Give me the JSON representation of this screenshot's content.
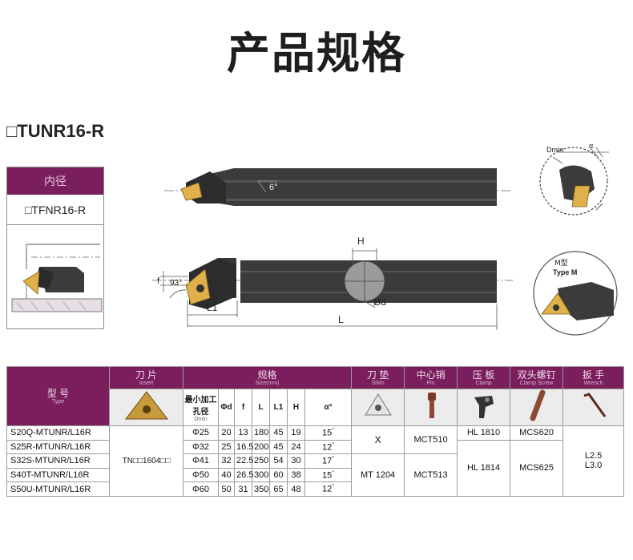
{
  "page": {
    "title": "产品规格"
  },
  "model": {
    "heading": "□TUNR16-R"
  },
  "type_card": {
    "header": "内径",
    "code": "□TFNR16-R"
  },
  "diagram": {
    "angle_top": "6°",
    "label_h": "H",
    "label_f": "f",
    "label_angle": "93°",
    "label_l1": "L1",
    "label_l": "L",
    "label_d": "Ød",
    "dmin_label": "Dmin",
    "alpha_label": "α",
    "type_m_cn": "M型",
    "type_m_en": "Type M",
    "colors": {
      "insert": "#e0b04a",
      "bar": "#3b3b3d",
      "brand": "#7a1e5e"
    }
  },
  "table": {
    "headers": {
      "model": {
        "cn": "型  号",
        "en": "Type"
      },
      "insert": {
        "cn": "刀  片",
        "en": "Insert"
      },
      "size": {
        "cn": "规格",
        "en": "Size(mm)"
      },
      "shim": {
        "cn": "刀  垫",
        "en": "Shim"
      },
      "pin": {
        "cn": "中心销",
        "en": "Pin"
      },
      "clamp": {
        "cn": "压  板",
        "en": "Clamp"
      },
      "clamp_screw": {
        "cn": "双头螺钉",
        "en": "Clamp Screw"
      },
      "wrench": {
        "cn": "扳  手",
        "en": "Wrench"
      },
      "dmin": {
        "cn": "最小加工孔径",
        "en": "Dmin"
      },
      "d": "Φd",
      "f": "f",
      "l": "L",
      "l1": "L1",
      "h": "H",
      "alpha": "α°"
    },
    "insert_code": "TN□□1604□□",
    "rows": [
      {
        "model": "S20Q-MTUNR/L16R",
        "dmin": "Φ25",
        "d": "20",
        "f": "13",
        "l": "180",
        "l1": "45",
        "h": "19",
        "alpha": "15"
      },
      {
        "model": "S25R-MTUNR/L16R",
        "dmin": "Φ32",
        "d": "25",
        "f": "16.5",
        "l": "200",
        "l1": "45",
        "h": "24",
        "alpha": "12"
      },
      {
        "model": "S32S-MTUNR/L16R",
        "dmin": "Φ41",
        "d": "32",
        "f": "22.5",
        "l": "250",
        "l1": "54",
        "h": "30",
        "alpha": "17"
      },
      {
        "model": "S40T-MTUNR/L16R",
        "dmin": "Φ50",
        "d": "40",
        "f": "26.5",
        "l": "300",
        "l1": "60",
        "h": "38",
        "alpha": "15"
      },
      {
        "model": "S50U-MTUNR/L16R",
        "dmin": "Φ60",
        "d": "50",
        "f": "31",
        "l": "350",
        "l1": "65",
        "h": "48",
        "alpha": "12"
      }
    ],
    "degree_mark": "°",
    "shim_group1": "X",
    "shim_group2": "MT 1204",
    "pin_group1": "MCT510",
    "pin_group2": "MCT513",
    "clamp_group1": "HL 1810",
    "clamp_group2": "HL 1814",
    "screw_group1": "MCS620",
    "screw_group2": "MCS625",
    "wrench_line1": "L2.5",
    "wrench_line2": "L3.0"
  }
}
